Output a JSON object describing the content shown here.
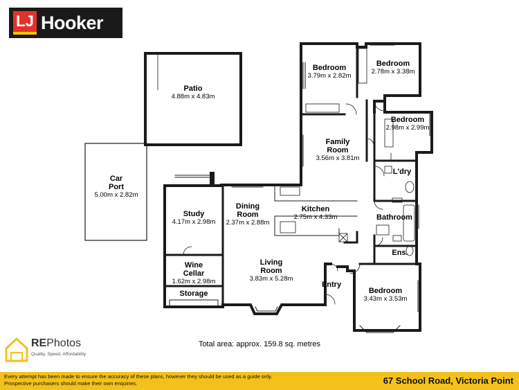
{
  "logo": {
    "mark": "LJ",
    "word": "Hooker"
  },
  "rooms": [
    {
      "id": "patio",
      "name": "Patio",
      "dims": "4.88m x 4.83m"
    },
    {
      "id": "car-port",
      "name": "Car\nPort",
      "dims": "5.00m x 2.82m"
    },
    {
      "id": "bedroom-1",
      "name": "Bedroom",
      "dims": "3.79m x 2.82m"
    },
    {
      "id": "bedroom-2",
      "name": "Bedroom",
      "dims": "2.78m x 3.38m"
    },
    {
      "id": "bedroom-3",
      "name": "Bedroom",
      "dims": "2.98m x 2.99m"
    },
    {
      "id": "family-room",
      "name": "Family\nRoom",
      "dims": "3.56m x 3.81m"
    },
    {
      "id": "laundry",
      "name": "L'dry",
      "dims": ""
    },
    {
      "id": "study",
      "name": "Study",
      "dims": "4.17m x 2.98m"
    },
    {
      "id": "dining-room",
      "name": "Dining\nRoom",
      "dims": "2.37m x 2.88m"
    },
    {
      "id": "kitchen",
      "name": "Kitchen",
      "dims": "2.75m x 4.33m"
    },
    {
      "id": "bathroom",
      "name": "Bathroom",
      "dims": ""
    },
    {
      "id": "ensuite",
      "name": "Ens.",
      "dims": ""
    },
    {
      "id": "wine-cellar",
      "name": "Wine\nCellar",
      "dims": "1.62m x 2.98m"
    },
    {
      "id": "living-room",
      "name": "Living\nRoom",
      "dims": "3.83m x 5.28m"
    },
    {
      "id": "entry",
      "name": "Entry",
      "dims": ""
    },
    {
      "id": "bedroom-4",
      "name": "Bedroom",
      "dims": "3.43m x 3.53m"
    },
    {
      "id": "storage",
      "name": "Storage",
      "dims": ""
    }
  ],
  "total_area": "Total area: approx. 159.8 sq. metres",
  "rephotos": {
    "brand_re": "RE",
    "brand_photos": "Photos",
    "tagline": "Quality. Speed. Affordability"
  },
  "footer": {
    "disclaimer": "Every attempt has been made to ensure the accuracy of these plans, however they should be used as a guide only.  Prospective purchasers should make their own enquiries.",
    "address": "67 School Road, Victoria Point"
  },
  "colors": {
    "footer_bg": "#f3c11a",
    "logo_red": "#e4312b",
    "logo_dark": "#1a1a1a",
    "wall": "#1a1a1a"
  }
}
